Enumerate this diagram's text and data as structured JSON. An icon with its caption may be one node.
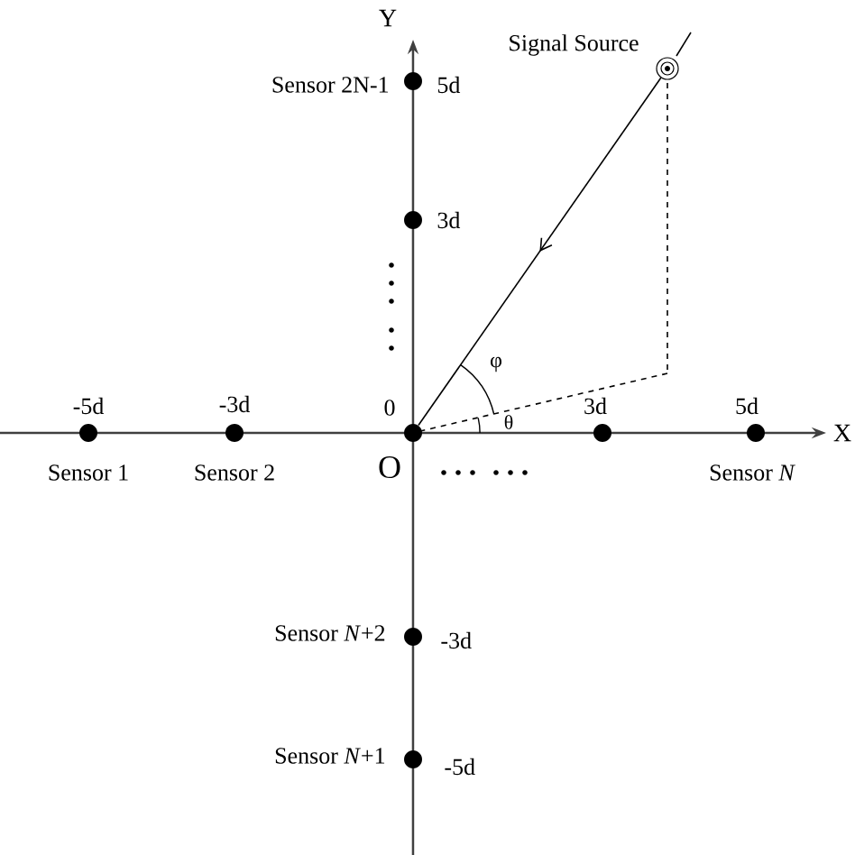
{
  "diagram": {
    "nodes": [
      {
        "text": [],
        "shape": "circle",
        "beside": [
          "Signal Source"
        ]
      },
      {
        "text": [],
        "shape": "circle",
        "beside": [
          "Sensor 2N-1",
          "5d"
        ]
      },
      {
        "text": [],
        "shape": "circle",
        "beside": [
          "3d"
        ]
      },
      {
        "text": [],
        "shape": "circle",
        "beside": [
          "-5d",
          "Sensor 1"
        ]
      },
      {
        "text": [],
        "shape": "circle",
        "beside": [
          "-3d",
          "Sensor 2"
        ]
      },
      {
        "text": [],
        "shape": "circle",
        "beside": [
          "0",
          "O"
        ]
      },
      {
        "text": [],
        "shape": "circle",
        "beside": [
          "3d"
        ]
      },
      {
        "text": [],
        "shape": "circle",
        "beside": [
          "5d",
          "Sensor *N*"
        ]
      },
      {
        "text": [],
        "shape": "circle",
        "beside": [
          "Sensor *N*+2",
          "-3d"
        ]
      },
      {
        "text": [],
        "shape": "circle",
        "beside": [
          "Sensor *N*+1",
          "-5d"
        ]
      }
    ],
    "edges": [
      {
        "from": 0,
        "to": 5,
        "arrow": "to"
      }
    ],
    "labels": [
      "Y",
      "φ",
      "θ",
      "X"
    ]
  }
}
